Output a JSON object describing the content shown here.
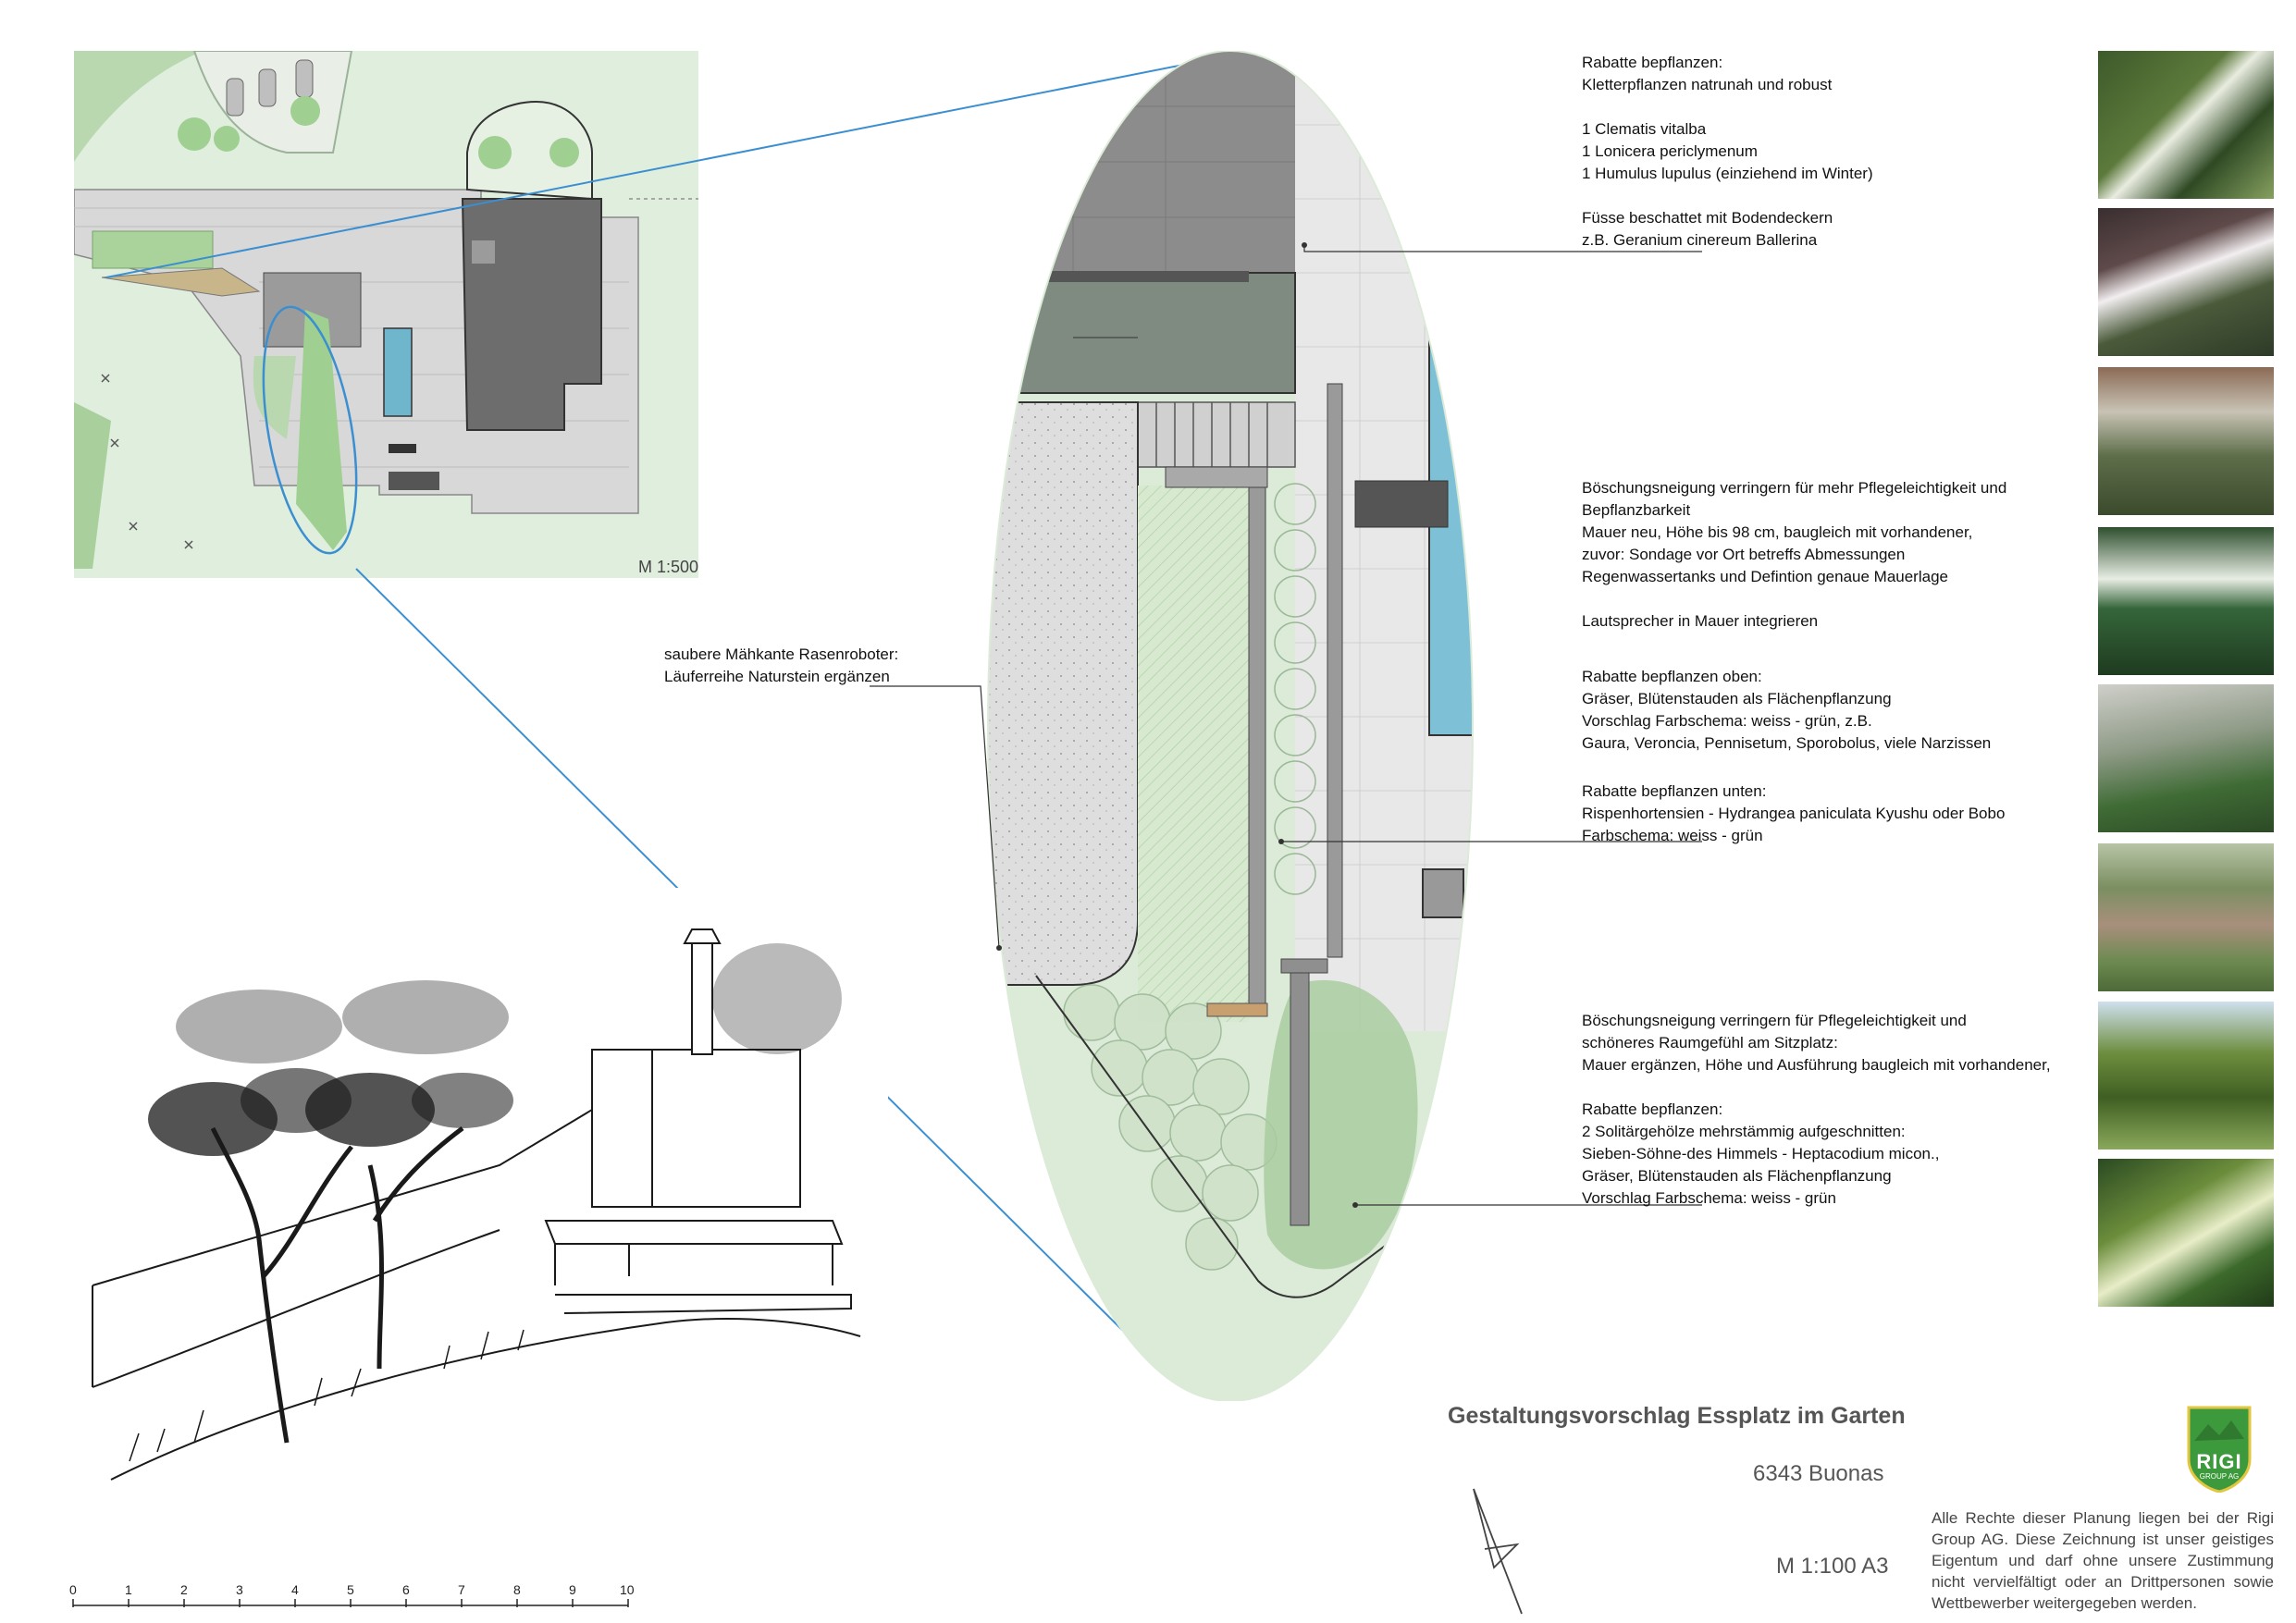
{
  "site_plan": {
    "scale_label": "M 1:500"
  },
  "callouts": {
    "climbers": "Rabatte bepflanzen:\nKletterpflanzen natrunah und robust\n\n1 Clematis vitalba\n1 Lonicera periclymenum\n1 Humulus lupulus (einziehend im Winter)\n\nFüsse beschattet mit Bodendeckern\nz.B. Geranium cinereum Ballerina",
    "slope_wall": "Böschungsneigung verringern für mehr Pflegeleichtigkeit und\nBepflanzbarkeit\nMauer neu, Höhe bis 98 cm, baugleich mit vorhandener,\nzuvor: Sondage vor Ort betreffs Abmessungen\nRegenwassertanks und Defintion genaue Mauerlage\n\nLautsprecher in Mauer integrieren",
    "border_top": "Rabatte bepflanzen oben:\nGräser, Blütenstauden als Flächenpflanzung\nVorschlag Farbschema: weiss - grün, z.B.\nGaura, Veroncia, Pennisetum, Sporobolus, viele Narzissen",
    "border_bottom": "Rabatte bepflanzen unten:\nRispenhortensien - Hydrangea paniculata Kyushu oder Bobo\nFarbschema: weiss - grün",
    "mowing_edge": "saubere Mähkante Rasenroboter:\nLäuferreihe Naturstein ergänzen",
    "slope_seat": "Böschungsneigung verringern für Pflegeleichtigkeit und\nschöneres Raumgefühl am Sitzplatz:\nMauer ergänzen, Höhe und Ausführung baugleich mit vorhandener,\n\nRabatte bepflanzen:\n2 Solitärgehölze mehrstämmig aufgeschnitten:\nSieben-Söhne-des Himmels - Heptacodium micon.,\nGräser, Blütenstauden als Flächenpflanzung\nVorschlag Farbschema: weiss - grün"
  },
  "title_block": {
    "title": "Gestaltungsvorschlag Essplatz im Garten",
    "location": "6343 Buonas",
    "scale": "M 1:100 A3",
    "copyright": "Alle Rechte dieser Planung liegen bei der Rigi Group AG. Diese Zeichnung ist unser geistiges Eigentum und darf ohne unsere Zustimmung nicht vervielfältigt oder an Drittpersonen sowie Wettbewerber weitergegeben werden."
  },
  "logo": {
    "text": "RIGI",
    "subtext": "GROUP AG",
    "color": "#3c9a3c"
  },
  "scale_bar": {
    "ticks": [
      "0",
      "1",
      "2",
      "3",
      "4",
      "5",
      "6",
      "7",
      "8",
      "9",
      "10"
    ]
  },
  "plant_photos": [
    "narcissus-white-photo",
    "gaura-white-photo",
    "pennisetum-grass-photo",
    "veronica-white-photo",
    "feather-grass-photo",
    "sporobolus-meadow-photo",
    "heptacodium-tree-photo",
    "hydrangea-paniculata-photo"
  ]
}
